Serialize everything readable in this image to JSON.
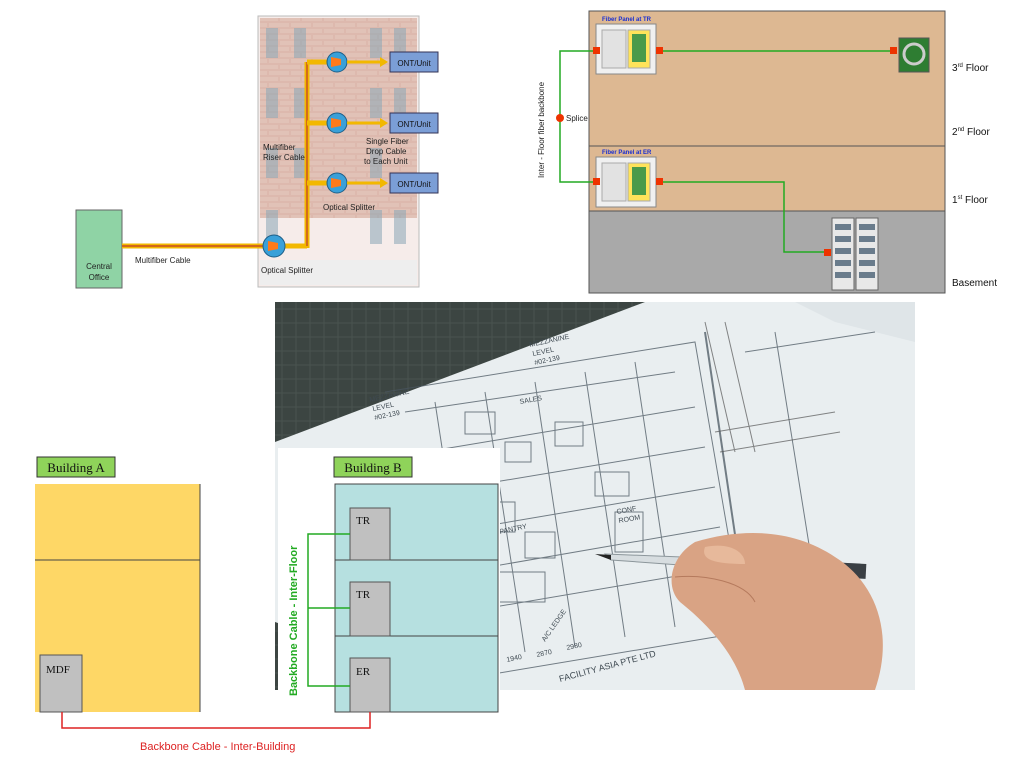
{
  "ftth": {
    "labels": {
      "ont_1": "ONT/Unit",
      "ont_2": "ONT/Unit",
      "ont_3": "ONT/Unit",
      "riser_line1": "Multifiber",
      "riser_line2": "Riser Cable",
      "drop_line1": "Single Fiber",
      "drop_line2": "Drop Cable",
      "drop_line3": "to Each Unit",
      "splitter_upper": "Optical Splitter",
      "splitter_lower": "Optical Splitter",
      "multifiber_cable": "Multifiber Cable",
      "co_line1": "Central",
      "co_line2": "Office"
    },
    "colors": {
      "cable": "#f2b800",
      "cable_core": "#c0392b",
      "co_fill": "#8fd3a5",
      "ont_fill": "#7b9ed6"
    }
  },
  "backbone_floors": {
    "labels": {
      "panel_tr": "Fiber Panel at TR",
      "panel_er": "Fiber Panel at ER",
      "vertical": "Inter - Floor fiber backbone",
      "splice": "Splice",
      "floor3_num": "3",
      "floor3_sup": "rd",
      "floor3_word": "Floor",
      "floor2_num": "2",
      "floor2_sup": "nd",
      "floor2_word": "Floor",
      "floor1_num": "1",
      "floor1_sup": "st",
      "floor1_word": "Floor",
      "basement": "Basement"
    },
    "colors": {
      "floor": "#ddb892",
      "basement": "#a9a9a9",
      "fiber": "#22aa22",
      "port": "#ee3300"
    }
  },
  "floor_plan_photo": {
    "text": {
      "mezz_left1": "MEZZANINE",
      "mezz_left2": "LEVEL",
      "mezz_left3": "#02-139",
      "mezz_right1": "MEZZANINE",
      "mezz_right2": "LEVEL",
      "mezz_right3": "#02-139",
      "sales": "SALES",
      "pantry": "PANTRY",
      "ledge": "A/C LEDGE",
      "conf1": "CONF",
      "conf2": "ROOM",
      "title_block": "FACILITY ASIA PTE LTD",
      "dim_1": "1940",
      "dim_2": "2870",
      "dim_3": "2980"
    }
  },
  "buildings": {
    "labels": {
      "building_a": "Building A",
      "building_b": "Building B",
      "mdf": "MDF",
      "tr_upper": "TR",
      "tr_middle": "TR",
      "er": "ER",
      "inter_floor": "Backbone Cable  - Inter-Floor",
      "inter_building": "Backbone Cable  - Inter-Building"
    },
    "colors": {
      "building_a": "#fed766",
      "building_b": "#b6e0e0",
      "room": "#c0c0c0",
      "inter_floor": "#22aa22",
      "inter_building": "#dd2222"
    }
  }
}
